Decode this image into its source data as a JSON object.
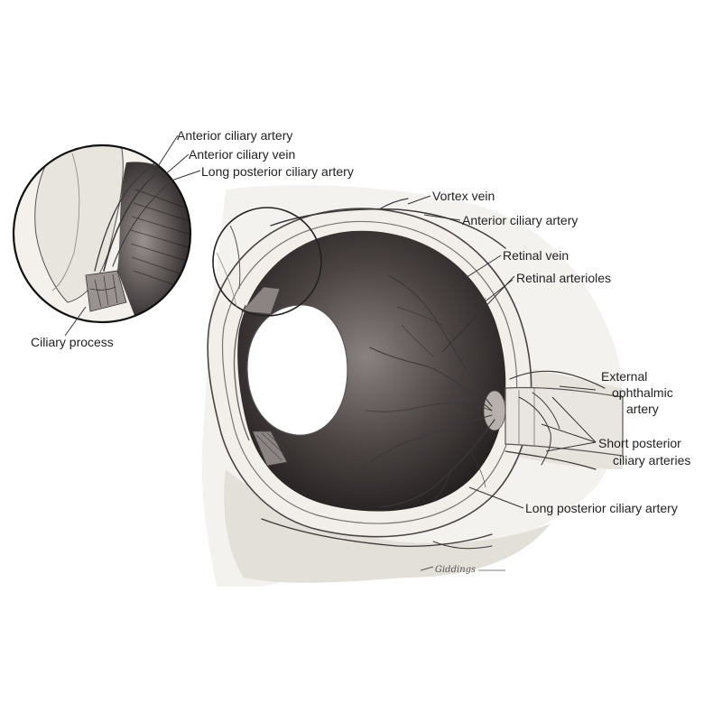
{
  "labels": {
    "anterior_ciliary_artery_top": "Anterior ciliary artery",
    "anterior_ciliary_vein": "Anterior ciliary vein",
    "long_posterior_ciliary_artery_top": "Long posterior ciliary artery",
    "vortex_vein": "Vortex vein",
    "anterior_ciliary_artery": "Anterior ciliary artery",
    "retinal_vein": "Retinal vein",
    "retinal_arterioles": "Retinal arterioles",
    "external_ophthalmic_1": "External",
    "external_ophthalmic_2": "ophthalmic",
    "external_ophthalmic_3": "artery",
    "short_posterior_1": "Short posterior",
    "short_posterior_2": "ciliary arteries",
    "long_posterior_ciliary_artery_bottom": "Long posterior ciliary artery",
    "ciliary_process": "Ciliary process"
  },
  "signature": "Giddings",
  "colors": {
    "tissue": "#ece9e4",
    "tissue_shade": "#d9d5cf",
    "interior_dark": "#2b2626",
    "interior_mid": "#6b6462",
    "vessel": "#3a3a3a"
  }
}
